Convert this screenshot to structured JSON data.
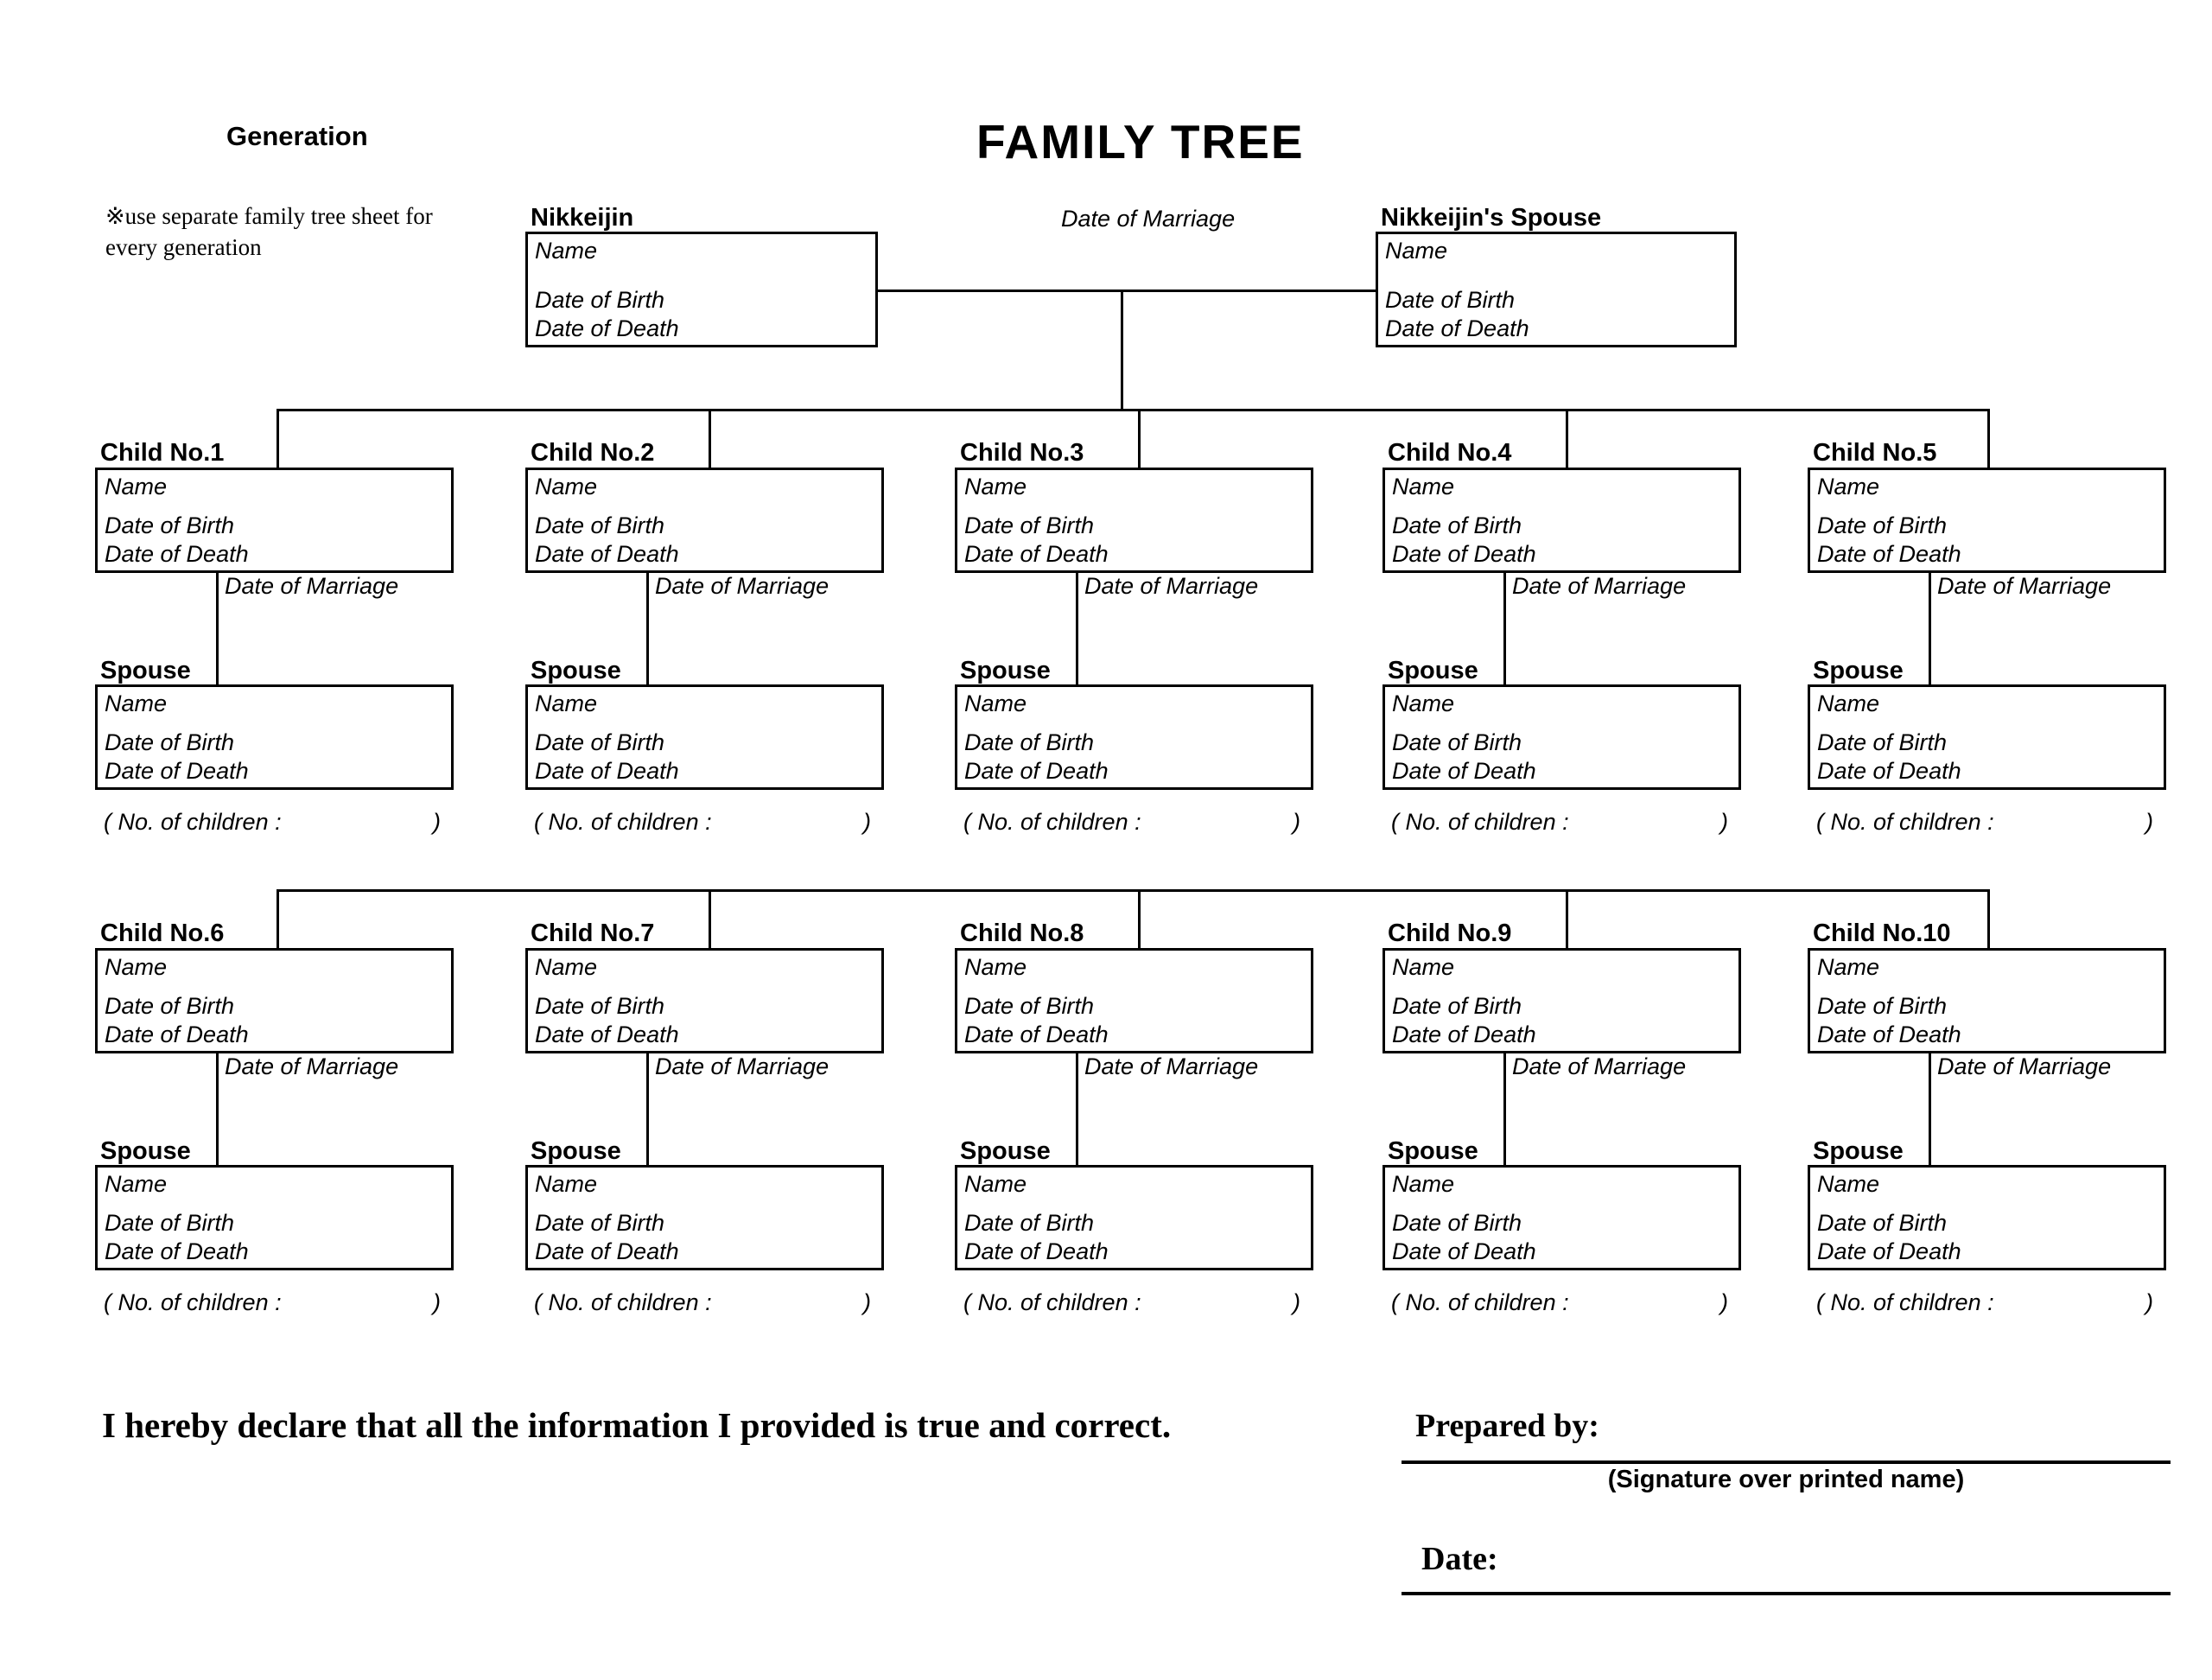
{
  "header": {
    "generation_label": "Generation",
    "note": "※use separate family tree sheet for every generation",
    "title": "FAMILY TREE"
  },
  "labels": {
    "name": "Name",
    "date_of_birth": "Date of Birth",
    "date_of_death": "Date of Death",
    "date_of_marriage": "Date of Marriage",
    "spouse": "Spouse",
    "no_of_children_open": "( No. of children :",
    "no_of_children_close": ")"
  },
  "top": {
    "nikkeijin_caption": "Nikkeijin",
    "spouse_caption": "Nikkeijin's Spouse",
    "marriage_label": "Date of Marriage",
    "nikkeijin": {
      "name": "Name",
      "dob": "Date of Birth",
      "dod": "Date of Death"
    },
    "spouse": {
      "name": "Name",
      "dob": "Date of Birth",
      "dod": "Date of Death"
    }
  },
  "children": [
    {
      "caption": "Child No.1",
      "name": "Name",
      "dob": "Date of Birth",
      "dod": "Date of Death",
      "marriage_label": "Date of Marriage",
      "spouse_caption": "Spouse",
      "spouse": {
        "name": "Name",
        "dob": "Date of Birth",
        "dod": "Date of Death"
      },
      "noc_open": "( No. of children :",
      "noc_close": ")"
    },
    {
      "caption": "Child No.2",
      "name": "Name",
      "dob": "Date of Birth",
      "dod": "Date of Death",
      "marriage_label": "Date of Marriage",
      "spouse_caption": "Spouse",
      "spouse": {
        "name": "Name",
        "dob": "Date of Birth",
        "dod": "Date of Death"
      },
      "noc_open": "( No. of children :",
      "noc_close": ")"
    },
    {
      "caption": "Child No.3",
      "name": "Name",
      "dob": "Date of Birth",
      "dod": "Date of Death",
      "marriage_label": "Date of Marriage",
      "spouse_caption": "Spouse",
      "spouse": {
        "name": "Name",
        "dob": "Date of Birth",
        "dod": "Date of Death"
      },
      "noc_open": "( No. of children :",
      "noc_close": ")"
    },
    {
      "caption": "Child No.4",
      "name": "Name",
      "dob": "Date of Birth",
      "dod": "Date of Death",
      "marriage_label": "Date of Marriage",
      "spouse_caption": "Spouse",
      "spouse": {
        "name": "Name",
        "dob": "Date of Birth",
        "dod": "Date of Death"
      },
      "noc_open": "( No. of children :",
      "noc_close": ")"
    },
    {
      "caption": "Child No.5",
      "name": "Name",
      "dob": "Date of Birth",
      "dod": "Date of Death",
      "marriage_label": "Date of Marriage",
      "spouse_caption": "Spouse",
      "spouse": {
        "name": "Name",
        "dob": "Date of Birth",
        "dod": "Date of Death"
      },
      "noc_open": "( No. of children :",
      "noc_close": ")"
    },
    {
      "caption": "Child No.6",
      "name": "Name",
      "dob": "Date of Birth",
      "dod": "Date of Death",
      "marriage_label": "Date of Marriage",
      "spouse_caption": "Spouse",
      "spouse": {
        "name": "Name",
        "dob": "Date of Birth",
        "dod": "Date of Death"
      },
      "noc_open": "( No. of children :",
      "noc_close": ")"
    },
    {
      "caption": "Child No.7",
      "name": "Name",
      "dob": "Date of Birth",
      "dod": "Date of Death",
      "marriage_label": "Date of Marriage",
      "spouse_caption": "Spouse",
      "spouse": {
        "name": "Name",
        "dob": "Date of Birth",
        "dod": "Date of Death"
      },
      "noc_open": "( No. of children :",
      "noc_close": ")"
    },
    {
      "caption": "Child No.8",
      "name": "Name",
      "dob": "Date of Birth",
      "dod": "Date of Death",
      "marriage_label": "Date of Marriage",
      "spouse_caption": "Spouse",
      "spouse": {
        "name": "Name",
        "dob": "Date of Birth",
        "dod": "Date of Death"
      },
      "noc_open": "( No. of children :",
      "noc_close": ")"
    },
    {
      "caption": "Child No.9",
      "name": "Name",
      "dob": "Date of Birth",
      "dod": "Date of Death",
      "marriage_label": "Date of Marriage",
      "spouse_caption": "Spouse",
      "spouse": {
        "name": "Name",
        "dob": "Date of Birth",
        "dod": "Date of Death"
      },
      "noc_open": "( No. of children :",
      "noc_close": ")"
    },
    {
      "caption": "Child No.10",
      "name": "Name",
      "dob": "Date of Birth",
      "dod": "Date of Death",
      "marriage_label": "Date of Marriage",
      "spouse_caption": "Spouse",
      "spouse": {
        "name": "Name",
        "dob": "Date of Birth",
        "dod": "Date of Death"
      },
      "noc_open": "( No. of children :",
      "noc_close": ")"
    }
  ],
  "footer": {
    "declaration": "I hereby declare that all the information I provided is true and correct.",
    "prepared_by": "Prepared by:",
    "signature_caption": "(Signature over printed name)",
    "date": "Date:"
  }
}
